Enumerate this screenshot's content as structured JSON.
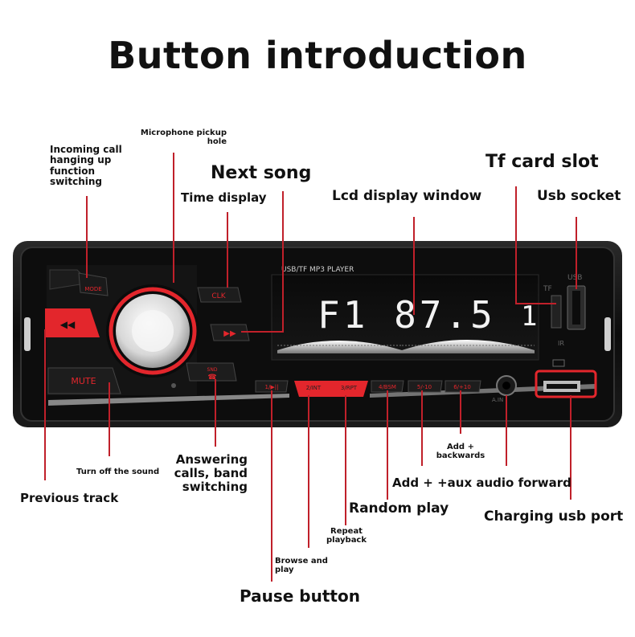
{
  "title": "Button introduction",
  "labels": {
    "mic": "Microphone pickup\nhole",
    "incoming": "Incoming call\nhanging up\nfunction\nswitching",
    "next_song": "Next song",
    "time_display": "Time display",
    "lcd_window": "Lcd display window",
    "tf_slot": "Tf card slot",
    "usb_socket": "Usb socket",
    "mute_label": "Turn off the sound",
    "previous_track": "Previous track",
    "answering": "Answering\ncalls, band\nswitching",
    "add_backwards": "Add +\nbackwards",
    "add_aux": "Add + +aux audio forward",
    "random_play": "Random play",
    "charging_usb": "Charging usb port",
    "repeat": "Repeat\nplayback",
    "browse": "Browse and\nplay",
    "pause": "Pause button"
  },
  "device": {
    "panel_header": "USB/TF MP3 PLAYER",
    "display_text": "F1  87.5",
    "display_right": "1",
    "buttons": {
      "mode": "MODE",
      "clk": "CLK",
      "snd": "SND",
      "mute": "MUTE",
      "b1": "1/▶||",
      "b2": "2/INT",
      "b3": "3/RPT",
      "b4": "4/BSM",
      "b5": "5/-10",
      "b6": "6/+10",
      "aux": "A.IN",
      "tf": "TF",
      "usb": "USB",
      "ir": "IR"
    }
  },
  "colors": {
    "accent_red": "#e3262c",
    "line_red": "#c0202a",
    "panel_dark": "#111111",
    "lcd_white": "#f2f2f2"
  }
}
